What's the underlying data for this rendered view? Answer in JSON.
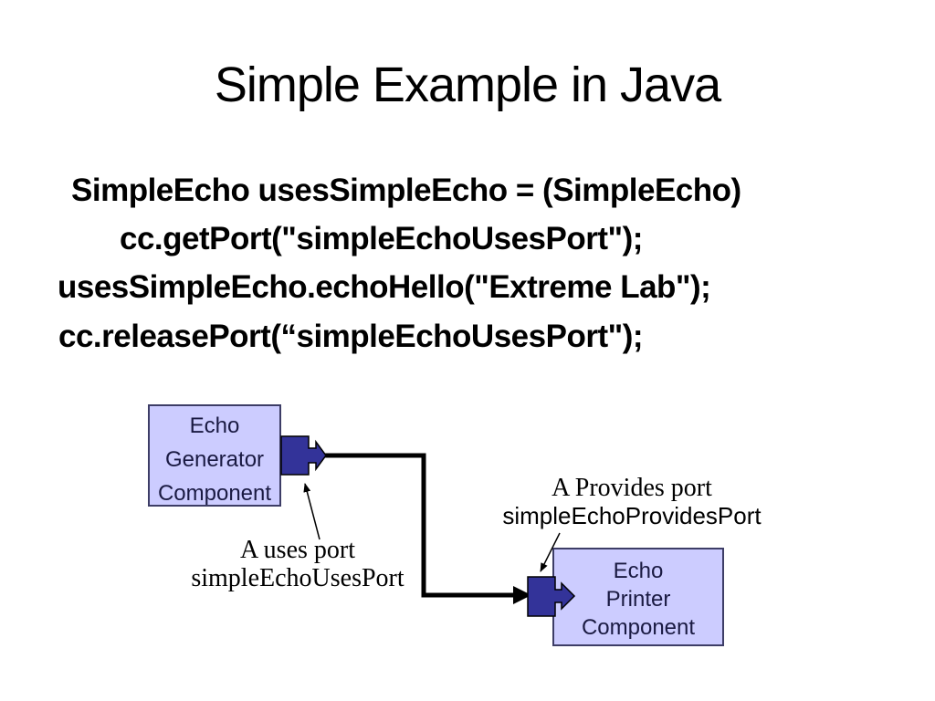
{
  "slide": {
    "title": "Simple Example in Java",
    "code": {
      "line1": "SimpleEcho usesSimpleEcho = (SimpleEcho)",
      "line2": "cc.getPort(\"simpleEchoUsesPort\");",
      "line3": "usesSimpleEcho.echoHello(\"Extreme Lab\");",
      "line4": "cc.releasePort(“simpleEchoUsesPort\");"
    },
    "diagram": {
      "generator_component": {
        "line1": "Echo",
        "line2": "Generator",
        "line3": "Component"
      },
      "printer_component": {
        "line1": "Echo",
        "line2": "Printer",
        "line3": "Component"
      },
      "uses_port_annotation": {
        "line1": "A uses port",
        "line2": "simpleEchoUsesPort"
      },
      "provides_port_annotation": {
        "line1": "A Provides port",
        "line2": "simpleEchoProvidesPort"
      },
      "colors": {
        "component_fill": "#ccccff",
        "component_border": "#3d3d66",
        "component_text": "#1a1a42",
        "port_fill": "#333399",
        "port_border": "#000000",
        "connector": "#000000"
      }
    }
  }
}
